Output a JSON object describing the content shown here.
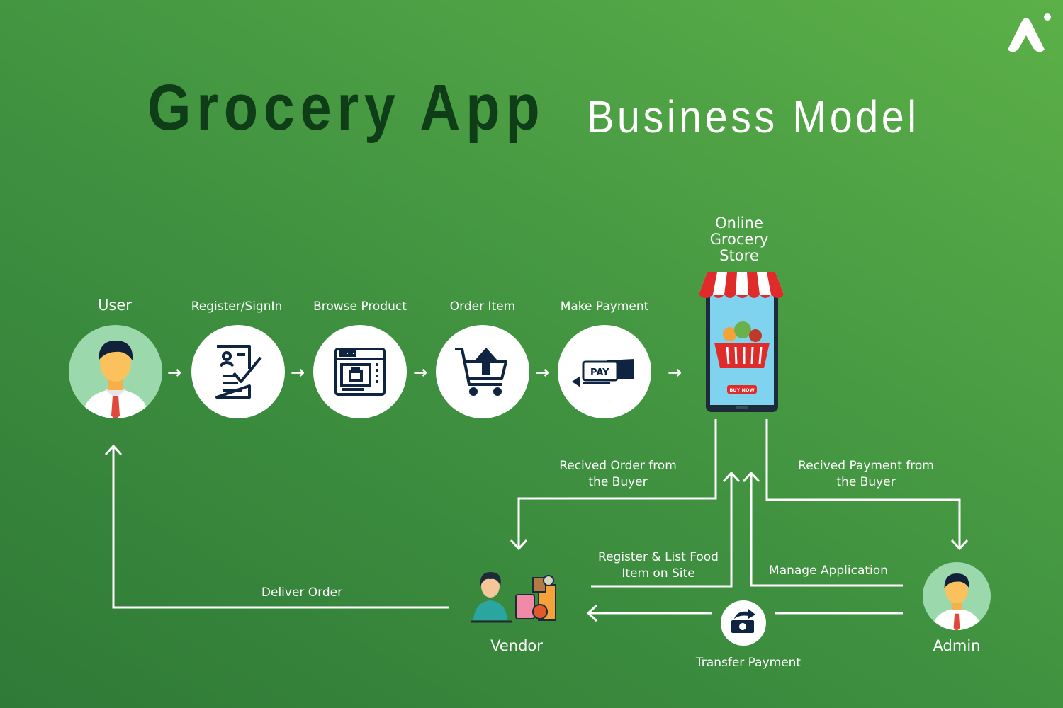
{
  "title": {
    "bold": "Grocery App",
    "light": "Business Model"
  },
  "steps": [
    {
      "label": "User",
      "icon": "user-avatar-icon"
    },
    {
      "label": "Register/SignIn",
      "icon": "registration-form-icon"
    },
    {
      "label": "Browse Product",
      "icon": "browser-window-icon"
    },
    {
      "label": "Order Item",
      "icon": "shopping-cart-icon"
    },
    {
      "label": "Make Payment",
      "icon": "pay-card-icon"
    }
  ],
  "store": {
    "label_line1": "Online",
    "label_line2": "Grocery",
    "label_line3": "Store",
    "button": "BUY NOW"
  },
  "flows": {
    "received_order_l1": "Recived Order from",
    "received_order_l2": "the Buyer",
    "received_payment_l1": "Recived Payment from",
    "received_payment_l2": "the Buyer",
    "register_list_l1": "Register & List Food",
    "register_list_l2": "Item on Site",
    "manage_app": "Manage Application",
    "deliver_order": "Deliver Order",
    "transfer_payment": "Transfer Payment"
  },
  "actors": {
    "vendor": "Vendor",
    "admin": "Admin"
  },
  "colors": {
    "navy": "#0f2440",
    "green_dark": "#0f3d17",
    "avatar_bg": "#9bd9ad",
    "tie": "#e0493c",
    "awning_red": "#e02b2b"
  }
}
